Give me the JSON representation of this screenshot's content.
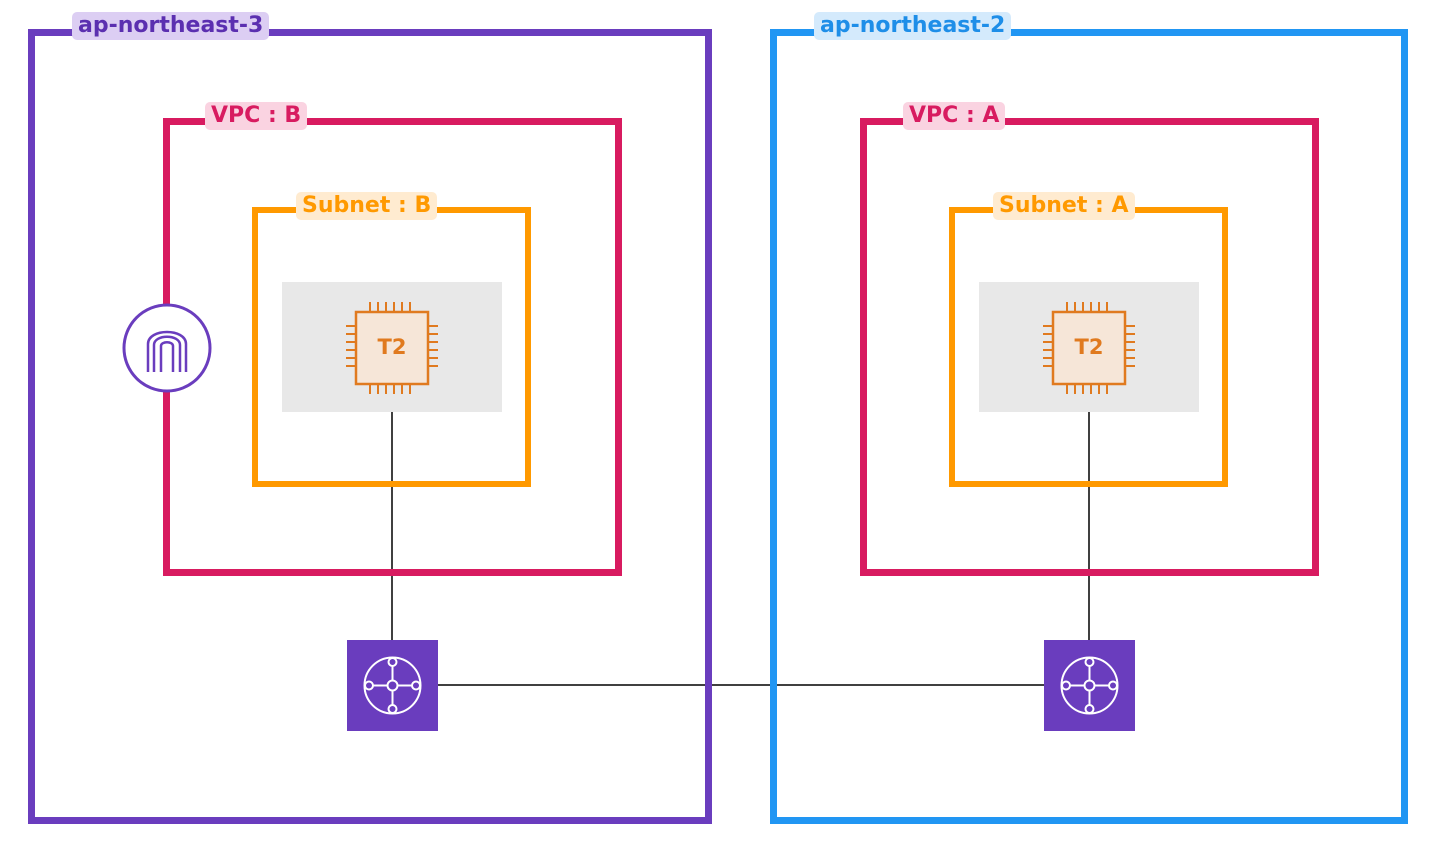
{
  "regions": {
    "left": {
      "label": "ap-northeast-3",
      "color": "#6A3DBE"
    },
    "right": {
      "label": "ap-northeast-2",
      "color": "#2196F3"
    }
  },
  "vpcs": {
    "b": {
      "label": "VPC : B",
      "color": "#D81B60"
    },
    "a": {
      "label": "VPC : A",
      "color": "#D81B60"
    }
  },
  "subnets": {
    "b": {
      "label": "Subnet : B",
      "color": "#FF9900"
    },
    "a": {
      "label": "Subnet : A",
      "color": "#FF9900"
    }
  },
  "instances": {
    "b": {
      "label": "T2",
      "icon": "ec2-instance-icon"
    },
    "a": {
      "label": "T2",
      "icon": "ec2-instance-icon"
    }
  },
  "gateways": {
    "b": {
      "icon": "transit-gateway-icon",
      "color": "#6A3DBE"
    },
    "a": {
      "icon": "transit-gateway-icon",
      "color": "#6A3DBE"
    }
  },
  "internet_gateway": {
    "icon": "internet-gateway-icon",
    "color": "#6A3DBE"
  }
}
